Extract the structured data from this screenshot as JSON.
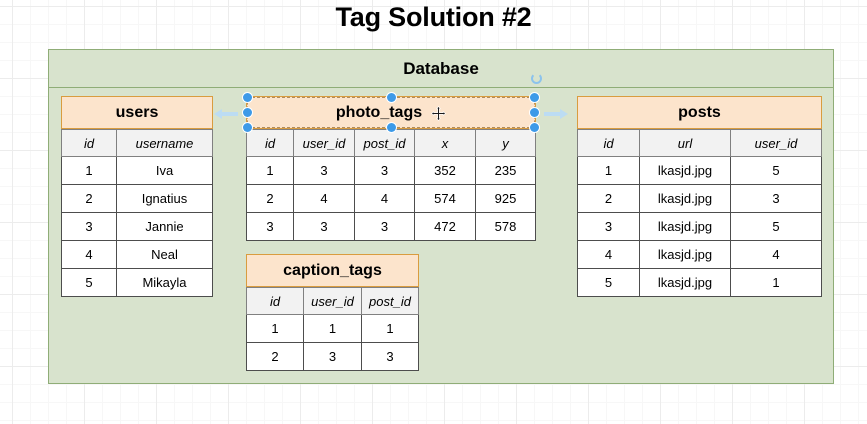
{
  "page": {
    "title": "Tag Solution #2"
  },
  "database": {
    "header_label": "Database",
    "container_color": "#d8e3cd",
    "border_color": "#8fad77"
  },
  "selection": {
    "target": "photo_tags",
    "handle_color": "#3d9ae8",
    "outline_color": "#b08d5e",
    "cursor_icon": "move-cursor-icon",
    "rotate_icon": "rotate-handle-icon",
    "left_arrow_icon": "arrow-left-icon",
    "right_arrow_icon": "arrow-right-icon"
  },
  "tables": {
    "users": {
      "name": "users",
      "columns": [
        "id",
        "username"
      ],
      "rows": [
        [
          "1",
          "Iva"
        ],
        [
          "2",
          "Ignatius"
        ],
        [
          "3",
          "Jannie"
        ],
        [
          "4",
          "Neal"
        ],
        [
          "5",
          "Mikayla"
        ]
      ]
    },
    "photo_tags": {
      "name": "photo_tags",
      "columns": [
        "id",
        "user_id",
        "post_id",
        "x",
        "y"
      ],
      "rows": [
        [
          "1",
          "3",
          "3",
          "352",
          "235"
        ],
        [
          "2",
          "4",
          "4",
          "574",
          "925"
        ],
        [
          "3",
          "3",
          "3",
          "472",
          "578"
        ]
      ]
    },
    "caption_tags": {
      "name": "caption_tags",
      "columns": [
        "id",
        "user_id",
        "post_id"
      ],
      "rows": [
        [
          "1",
          "1",
          "1"
        ],
        [
          "2",
          "3",
          "3"
        ]
      ]
    },
    "posts": {
      "name": "posts",
      "columns": [
        "id",
        "url",
        "user_id"
      ],
      "rows": [
        [
          "1",
          "lkasjd.jpg",
          "5"
        ],
        [
          "2",
          "lkasjd.jpg",
          "3"
        ],
        [
          "3",
          "lkasjd.jpg",
          "5"
        ],
        [
          "4",
          "lkasjd.jpg",
          "4"
        ],
        [
          "5",
          "lkasjd.jpg",
          "1"
        ]
      ]
    }
  }
}
